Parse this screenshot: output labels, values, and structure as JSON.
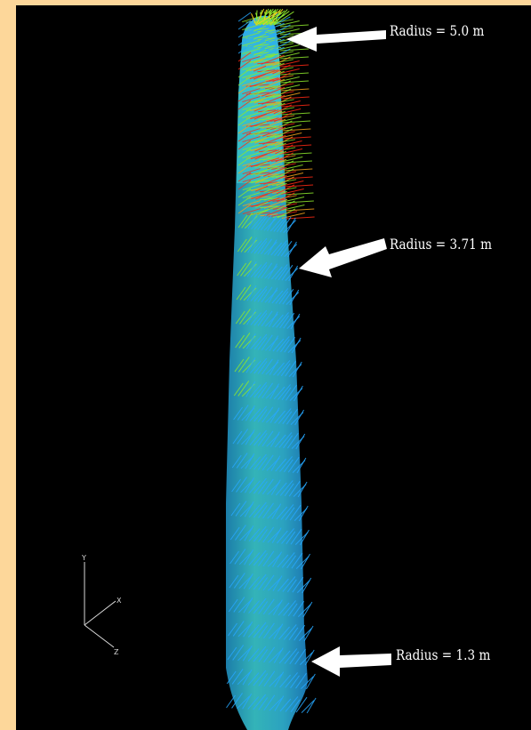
{
  "annotations": [
    {
      "label": "Radius = 5.0 m"
    },
    {
      "label": "Radius = 3.71 m"
    },
    {
      "label": "Radius = 1.3 m"
    }
  ],
  "axes": {
    "y": "Y",
    "x": "X",
    "z": "Z"
  },
  "colors": {
    "frame": "#fdd79a",
    "background": "#000000",
    "arrow": "#ffffff",
    "blade_root": "#2fb6c4",
    "blade_mid": "#37c1c8",
    "vector_low": "#27a8ff",
    "vector_mid": "#8ee82d",
    "vector_high": "#ff2a14"
  }
}
